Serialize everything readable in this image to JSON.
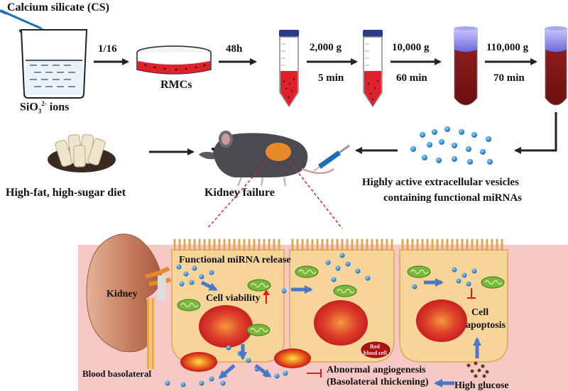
{
  "top_row": {
    "cs_title": "Calcium silicate (CS)",
    "ions_prefix": "SiO",
    "ions_sub": "3",
    "ions_sup": "2-",
    "ions_suffix": " ions",
    "dilution": "1/16",
    "rmc_label": "RMCs",
    "incubation": "48h",
    "spin1_force": "2,000 g",
    "spin1_time": "5 min",
    "spin2_force": "10,000 g",
    "spin2_time": "60 min",
    "spin3_force": "110,000 g",
    "spin3_time": "70 min"
  },
  "middle_row": {
    "diet_label": "High-fat, high-sugar diet",
    "kidney_failure_label": "Kidney failure",
    "ev_label_line1": "Highly active extracellular vesicles",
    "ev_label_line2": "containing functional miRNAs"
  },
  "bottom_panel": {
    "kidney_label": "Kidney",
    "mirna_release_label": "Functional miRNA release",
    "cell_viability_label": "Cell viability",
    "cell_apoptosis_line1": "Cell",
    "cell_apoptosis_line2": "apoptosis",
    "blood_basolateral_label": "Blood basolateral",
    "rbc_line1": "Red",
    "rbc_line2": "blood cell",
    "angiogenesis_line1": "Abnormal angiogenesis",
    "angiogenesis_line2": "(Basolateral thickening)",
    "high_glucose_label": "High glucose"
  },
  "colors": {
    "arrow_dark": "#222222",
    "arrow_blue": "#4a78c8",
    "blood_red": "#e0202a",
    "panel_pink": "#f6c9c6",
    "cell_fill": "#f6d49a",
    "nucleus_red": "#d8322a",
    "vesicle_blue": "#2a8fd0",
    "mito_green": "#7ab83c",
    "kidney_orange": "#e98a2a",
    "inhibit_red": "#d81e1e"
  }
}
